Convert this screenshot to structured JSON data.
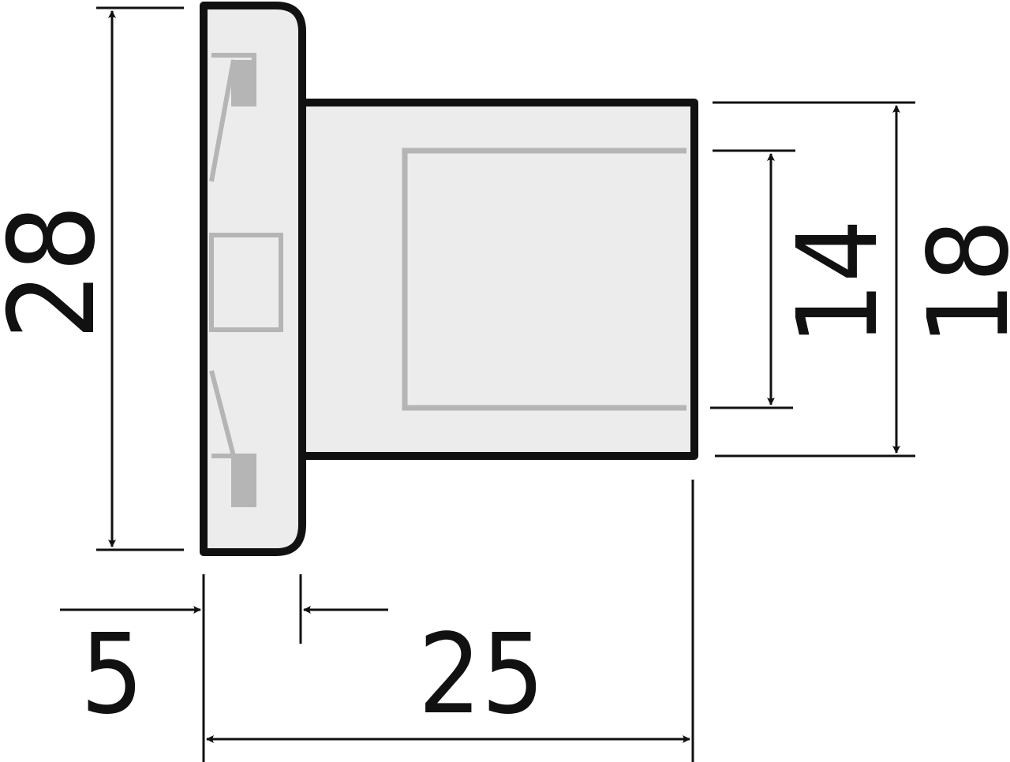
{
  "colors": {
    "outline": "#111111",
    "body_fill": "#ececec",
    "detail": "#b5b5b5",
    "background": "#ffffff"
  },
  "dimensions": {
    "height_total": "28",
    "flange_thickness": "5",
    "length_total": "25",
    "inner_height": "14",
    "shaft_height": "18"
  }
}
